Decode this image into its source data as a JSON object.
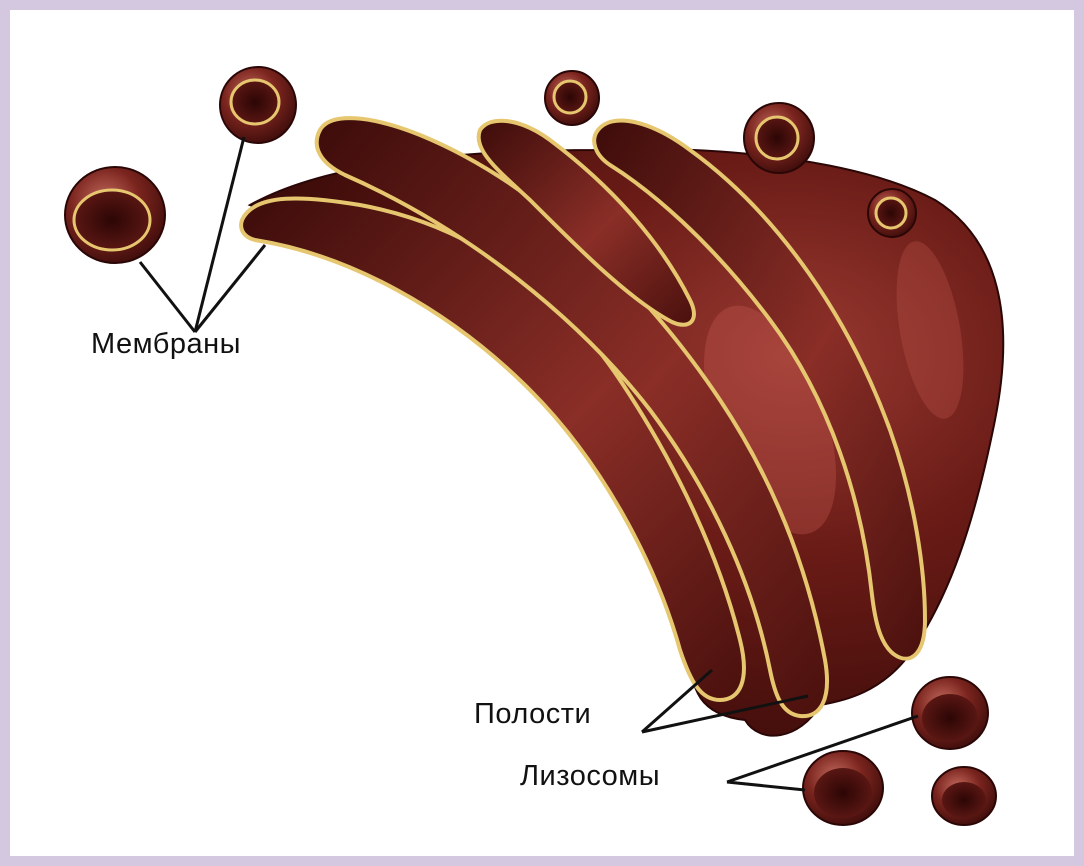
{
  "labels": {
    "membranes": "Мембраны",
    "cavities": "Полости",
    "lysosomes": "Лизосомы"
  },
  "colors": {
    "frame": "#d4c8e0",
    "background": "#ffffff",
    "organelle": "#5a1512",
    "highlight": "#b8504a",
    "rim": "#e6c66e",
    "text": "#111111"
  }
}
